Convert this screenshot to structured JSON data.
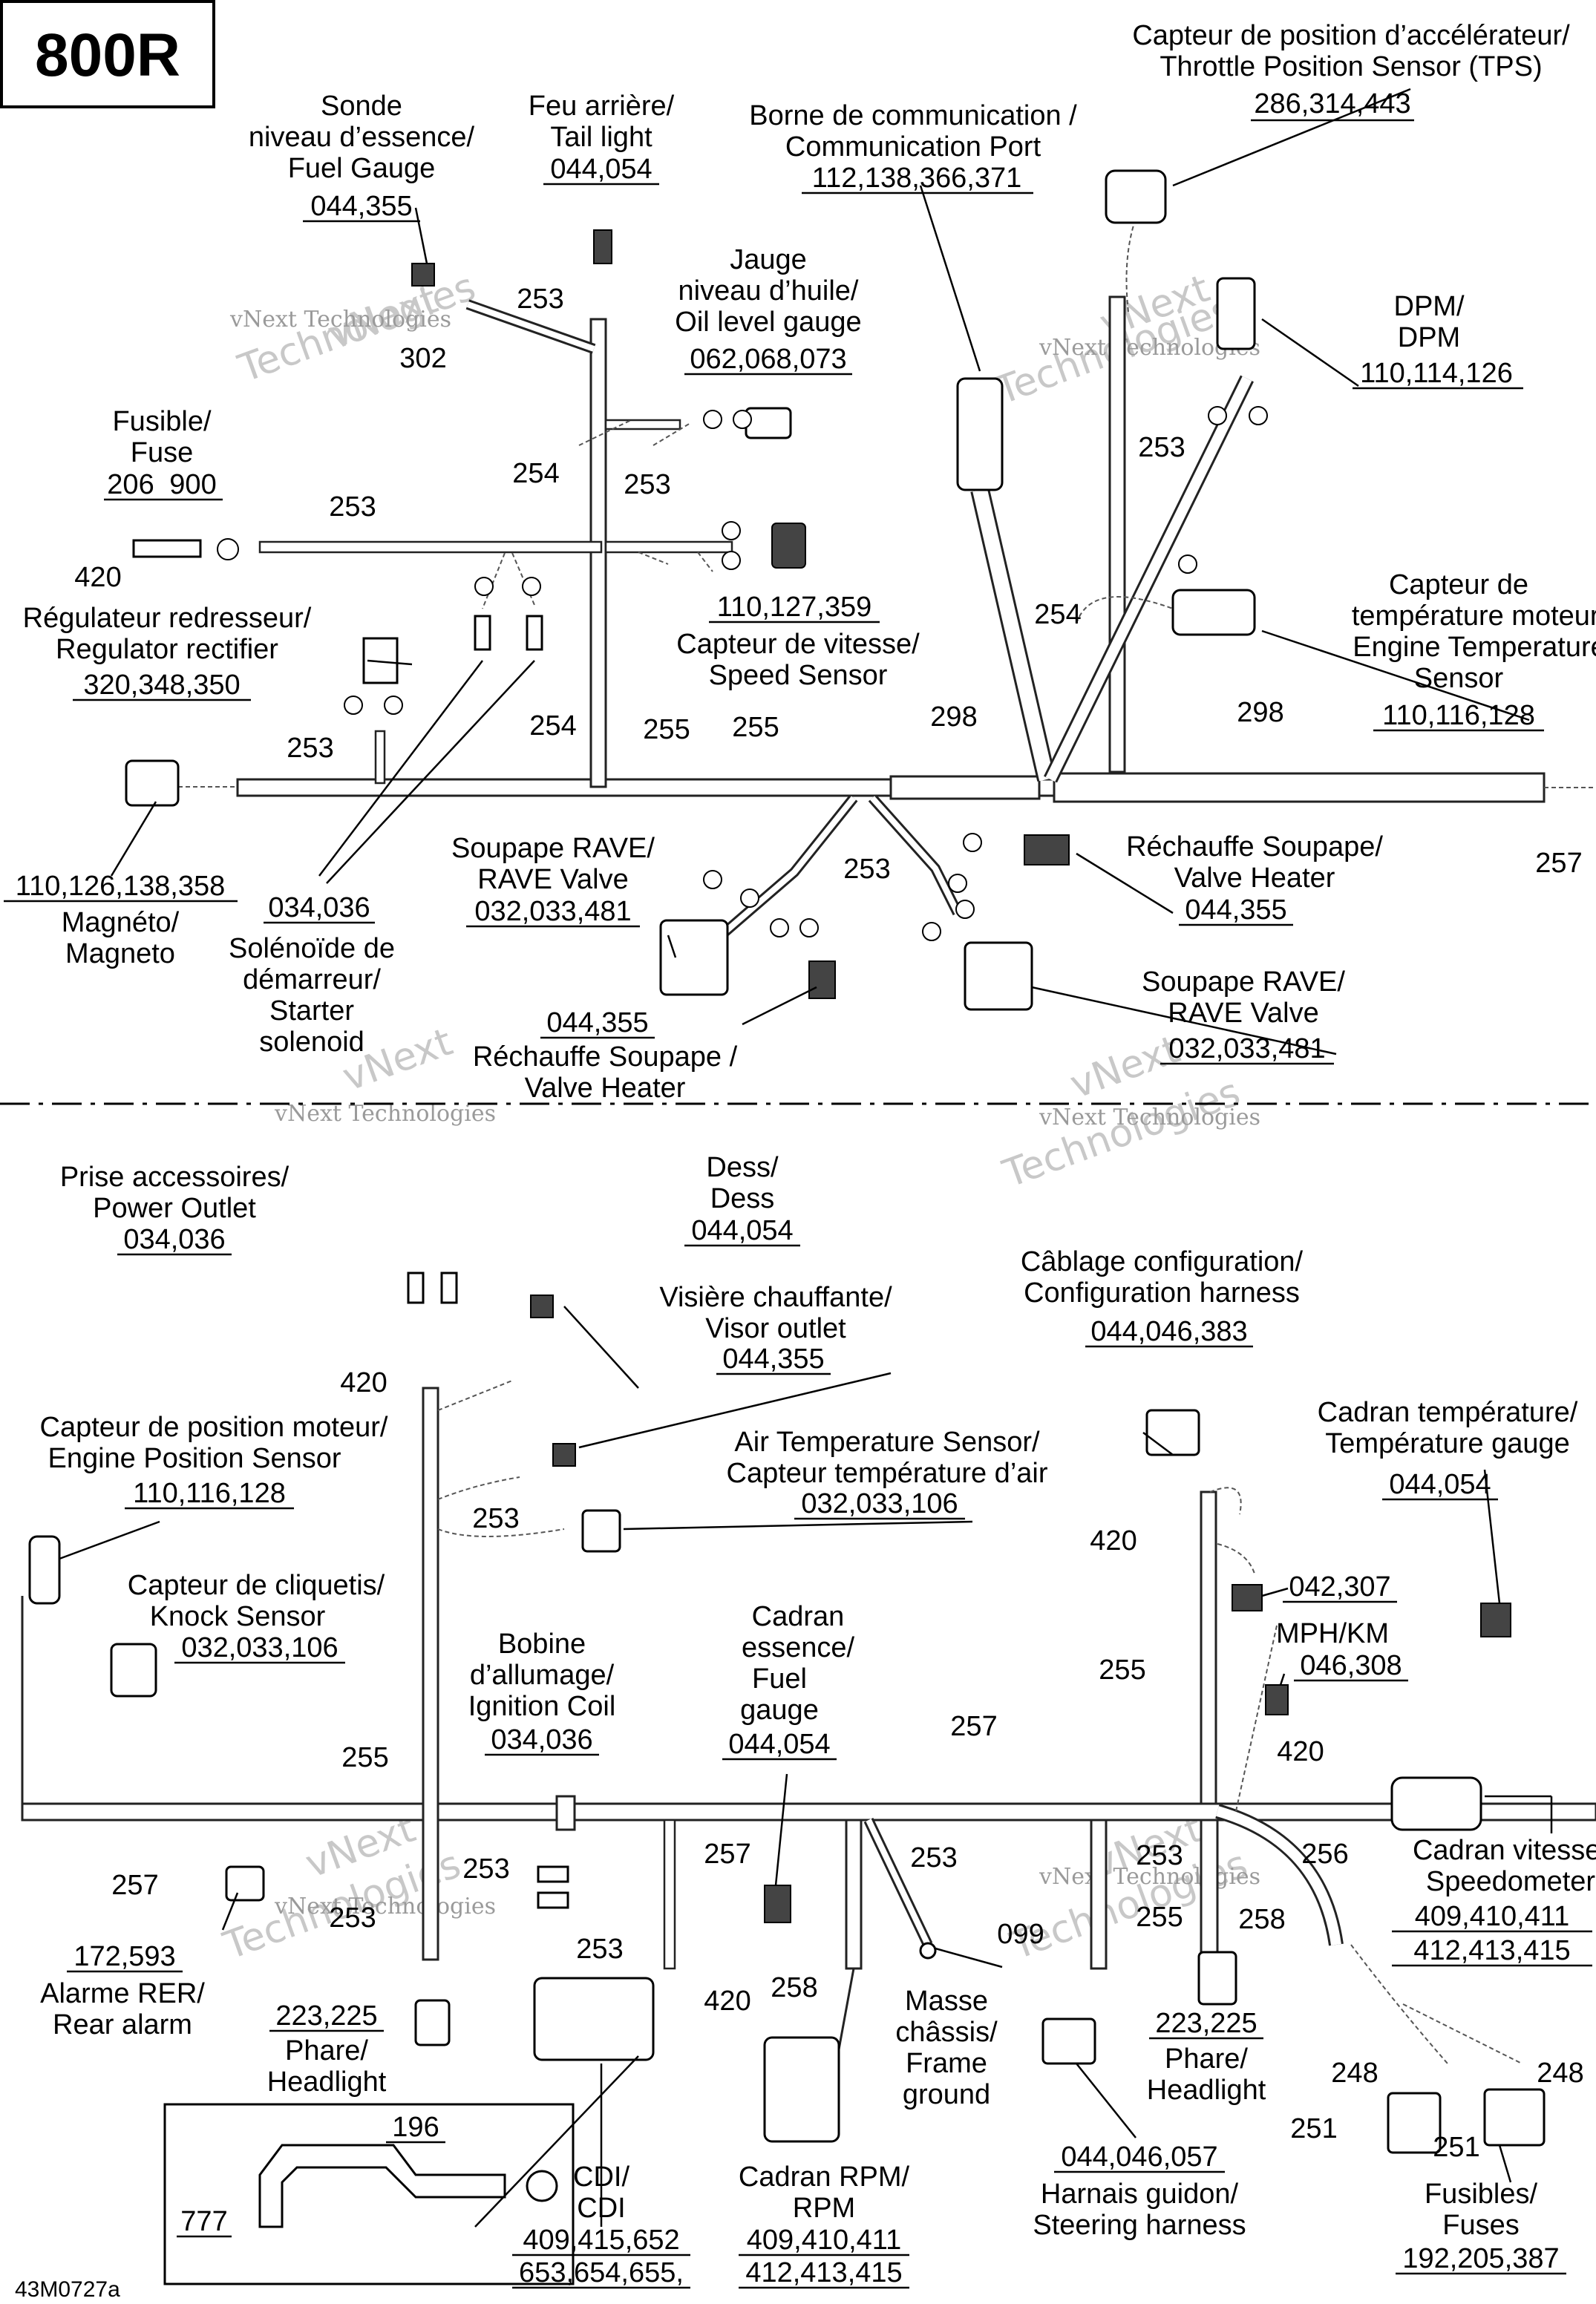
{
  "title": "800R",
  "code": "43M0727a",
  "watermark": {
    "brand": "vNext",
    "line2": "Technologies",
    "small": "vNext Technologies"
  },
  "callouts": {
    "tps": {
      "fr": "Capteur de position d’accélérateur/",
      "en": "Throttle Position Sensor (TPS)",
      "refs": "286,314,443"
    },
    "fuel_level": {
      "l1": "Sonde",
      "l2": "niveau d’essence/",
      "l3": "Fuel Gauge",
      "refs": "044,355"
    },
    "taillight": {
      "l1": "Feu arrière/",
      "l2": "Tail light",
      "refs": "044,054"
    },
    "comm_port": {
      "l1": "Borne de communication /",
      "l2": "Communication Port",
      "refs": "112,138,366,371"
    },
    "oil_gauge": {
      "l1": "Jauge",
      "l2": "niveau d’huile/",
      "l3": "Oil level gauge",
      "refs": "062,068,073"
    },
    "dpm": {
      "l1": "DPM/",
      "l2": "DPM",
      "refs": "110,114,126"
    },
    "fuse_top": {
      "l1": "Fusible/",
      "l2": "Fuse",
      "r1": "206",
      "r2": "900",
      "r3": "420"
    },
    "regulator": {
      "l1": "Régulateur redresseur/",
      "l2": "Regulator rectifier",
      "refs": "320,348,350"
    },
    "speed_sensor": {
      "refs": "110,127,359",
      "l1": "Capteur de vitesse/",
      "l2": "Speed Sensor"
    },
    "engine_temp": {
      "l1": "Capteur de",
      "l2": "température moteur/",
      "l3": "Engine Temperature",
      "l4": "Sensor",
      "refs": "110,116,128"
    },
    "magneto": {
      "refs": "110,126,138,358",
      "l1": "Magnéto/",
      "l2": "Magneto"
    },
    "starter": {
      "refs": "034,036",
      "l1": "Solénoïde de",
      "l2": "démarreur/",
      "l3": "Starter",
      "l4": "solenoid"
    },
    "rave_left": {
      "l1": "Soupape RAVE/",
      "l2": "RAVE Valve",
      "refs": "032,033,481"
    },
    "valve_heater_left": {
      "refs": "044,355",
      "l1": "Réchauffe Soupape /",
      "l2": "Valve Heater"
    },
    "valve_heater_right": {
      "l1": "Réchauffe Soupape/",
      "l2": "Valve Heater",
      "refs": "044,355"
    },
    "rave_right": {
      "l1": "Soupape RAVE/",
      "l2": "RAVE Valve",
      "refs": "032,033,481"
    },
    "power_outlet": {
      "l1": "Prise accessoires/",
      "l2": "Power Outlet",
      "refs": "034,036"
    },
    "dess": {
      "l1": "Dess/",
      "l2": "Dess",
      "refs": "044,054"
    },
    "visor": {
      "l1": "Visière chauffante/",
      "l2": "Visor outlet",
      "refs": "044,355"
    },
    "config": {
      "l1": "Câblage configuration/",
      "l2": "Configuration harness",
      "refs": "044,046,383"
    },
    "temp_gauge": {
      "l1": "Cadran température/",
      "l2": "Température gauge",
      "refs": "044,054"
    },
    "engine_pos": {
      "l1": "Capteur de position moteur/",
      "l2": "Engine Position Sensor",
      "refs": "110,116,128"
    },
    "air_temp": {
      "l1": "Air Temperature Sensor/",
      "l2": "Capteur température d’air",
      "refs": "032,033,106"
    },
    "knock": {
      "l1": "Capteur de cliquetis/",
      "l2": "Knock Sensor",
      "refs": "032,033,106"
    },
    "ign_coil": {
      "l1": "Bobine",
      "l2": "d’allumage/",
      "l3": "Ignition Coil",
      "refs": "034,036"
    },
    "fuel_dial": {
      "l1": "Cadran",
      "l2": "essence/",
      "l3": "Fuel",
      "l4": "gauge",
      "refs": "044,054"
    },
    "mph": {
      "r1": "042,307",
      "l1": "MPH/KM",
      "refs": "046,308"
    },
    "speedo": {
      "l1": "Cadran vitesse/",
      "l2": "Speedometer",
      "r1": "409,410,411",
      "r2": "412,413,415"
    },
    "rear_alarm": {
      "refs": "172,593",
      "l1": "Alarme RER/",
      "l2": "Rear alarm"
    },
    "headlight_left": {
      "refs": "223,225",
      "l1": "Phare/",
      "l2": "Headlight"
    },
    "headlight_right": {
      "refs": "223,225",
      "l1": "Phare/",
      "l2": "Headlight"
    },
    "frame_ground": {
      "l1": "Masse",
      "l2": "châssis/",
      "l3": "Frame",
      "l4": "ground"
    },
    "steering": {
      "refs": "044,046,057",
      "l1": "Harnais guidon/",
      "l2": "Steering harness"
    },
    "cdi": {
      "l1": "CDI/",
      "l2": "CDI",
      "r1": "409,415,652",
      "r2": "653,654,655,"
    },
    "rpm": {
      "l1": "Cadran RPM/",
      "l2": "RPM",
      "r1": "409,410,411",
      "r2": "412,413,415"
    },
    "fuses": {
      "l1": "Fusibles/",
      "l2": "Fuses",
      "refs": "192,205,387"
    }
  },
  "parts": {
    "p196": "196",
    "p777": "777",
    "p253": "253",
    "p254": "254",
    "p255": "255",
    "p256": "256",
    "p257": "257",
    "p258": "258",
    "p298": "298",
    "p302": "302",
    "p420": "420",
    "p099": "099",
    "p248": "248",
    "p251": "251"
  }
}
